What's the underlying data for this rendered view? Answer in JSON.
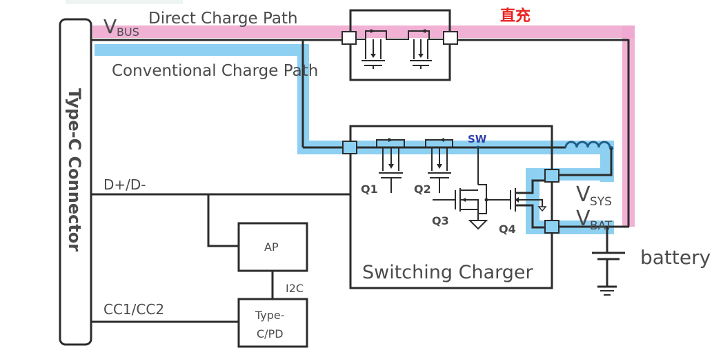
{
  "diagram": {
    "title_cn": "直充",
    "connector": {
      "label": "Type-C Connector"
    },
    "rails": {
      "vbus_main": "V",
      "vbus_sub": "BUS",
      "vsys_main": "V",
      "vsys_sub": "SYS",
      "vbat_main": "V",
      "vbat_sub": "BAT"
    },
    "paths": {
      "direct": {
        "label": "Direct Charge Path",
        "color": "#f0a8cf"
      },
      "conventional": {
        "label": "Conventional Charge Path",
        "color": "#8dd0f2"
      }
    },
    "signals": {
      "dpdm": "D+/D-",
      "cc": "CC1/CC2",
      "i2c": "I2C",
      "sw": "SW"
    },
    "blocks": {
      "ap": "AP",
      "typec_pd_line1": "Type-",
      "typec_pd_line2": "C/PD",
      "switching_charger": "Switching Charger",
      "battery": "battery"
    },
    "transistors": [
      "Q1",
      "Q2",
      "Q3",
      "Q4"
    ],
    "colors": {
      "title_cn": "#e8201e",
      "sw_label": "#2f3ea8",
      "wire": "#2b2b2b",
      "pad_fill": "#8dd0f2"
    }
  }
}
